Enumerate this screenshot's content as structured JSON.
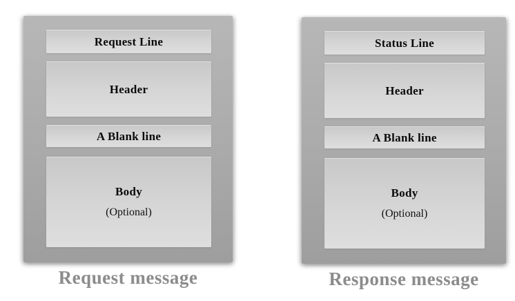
{
  "diagram": {
    "colors": {
      "background": "#ffffff",
      "panel_gray_top": "#b7b7b7",
      "panel_gray_bottom": "#9e9e9e",
      "row_gray_top": "#c8c8c8",
      "row_gray_bottom": "#dedede",
      "label_text": "#0a0a0a",
      "caption_text": "#8c8c8c"
    },
    "panels": [
      {
        "caption": "Request message",
        "rows": [
          {
            "label": "Request Line"
          },
          {
            "label": "Header"
          },
          {
            "label": "A Blank line"
          },
          {
            "label": "Body",
            "sublabel": "(Optional)"
          }
        ]
      },
      {
        "caption": "Response message",
        "rows": [
          {
            "label": "Status Line"
          },
          {
            "label": "Header"
          },
          {
            "label": "A Blank line"
          },
          {
            "label": "Body",
            "sublabel": "(Optional)"
          }
        ]
      }
    ]
  }
}
